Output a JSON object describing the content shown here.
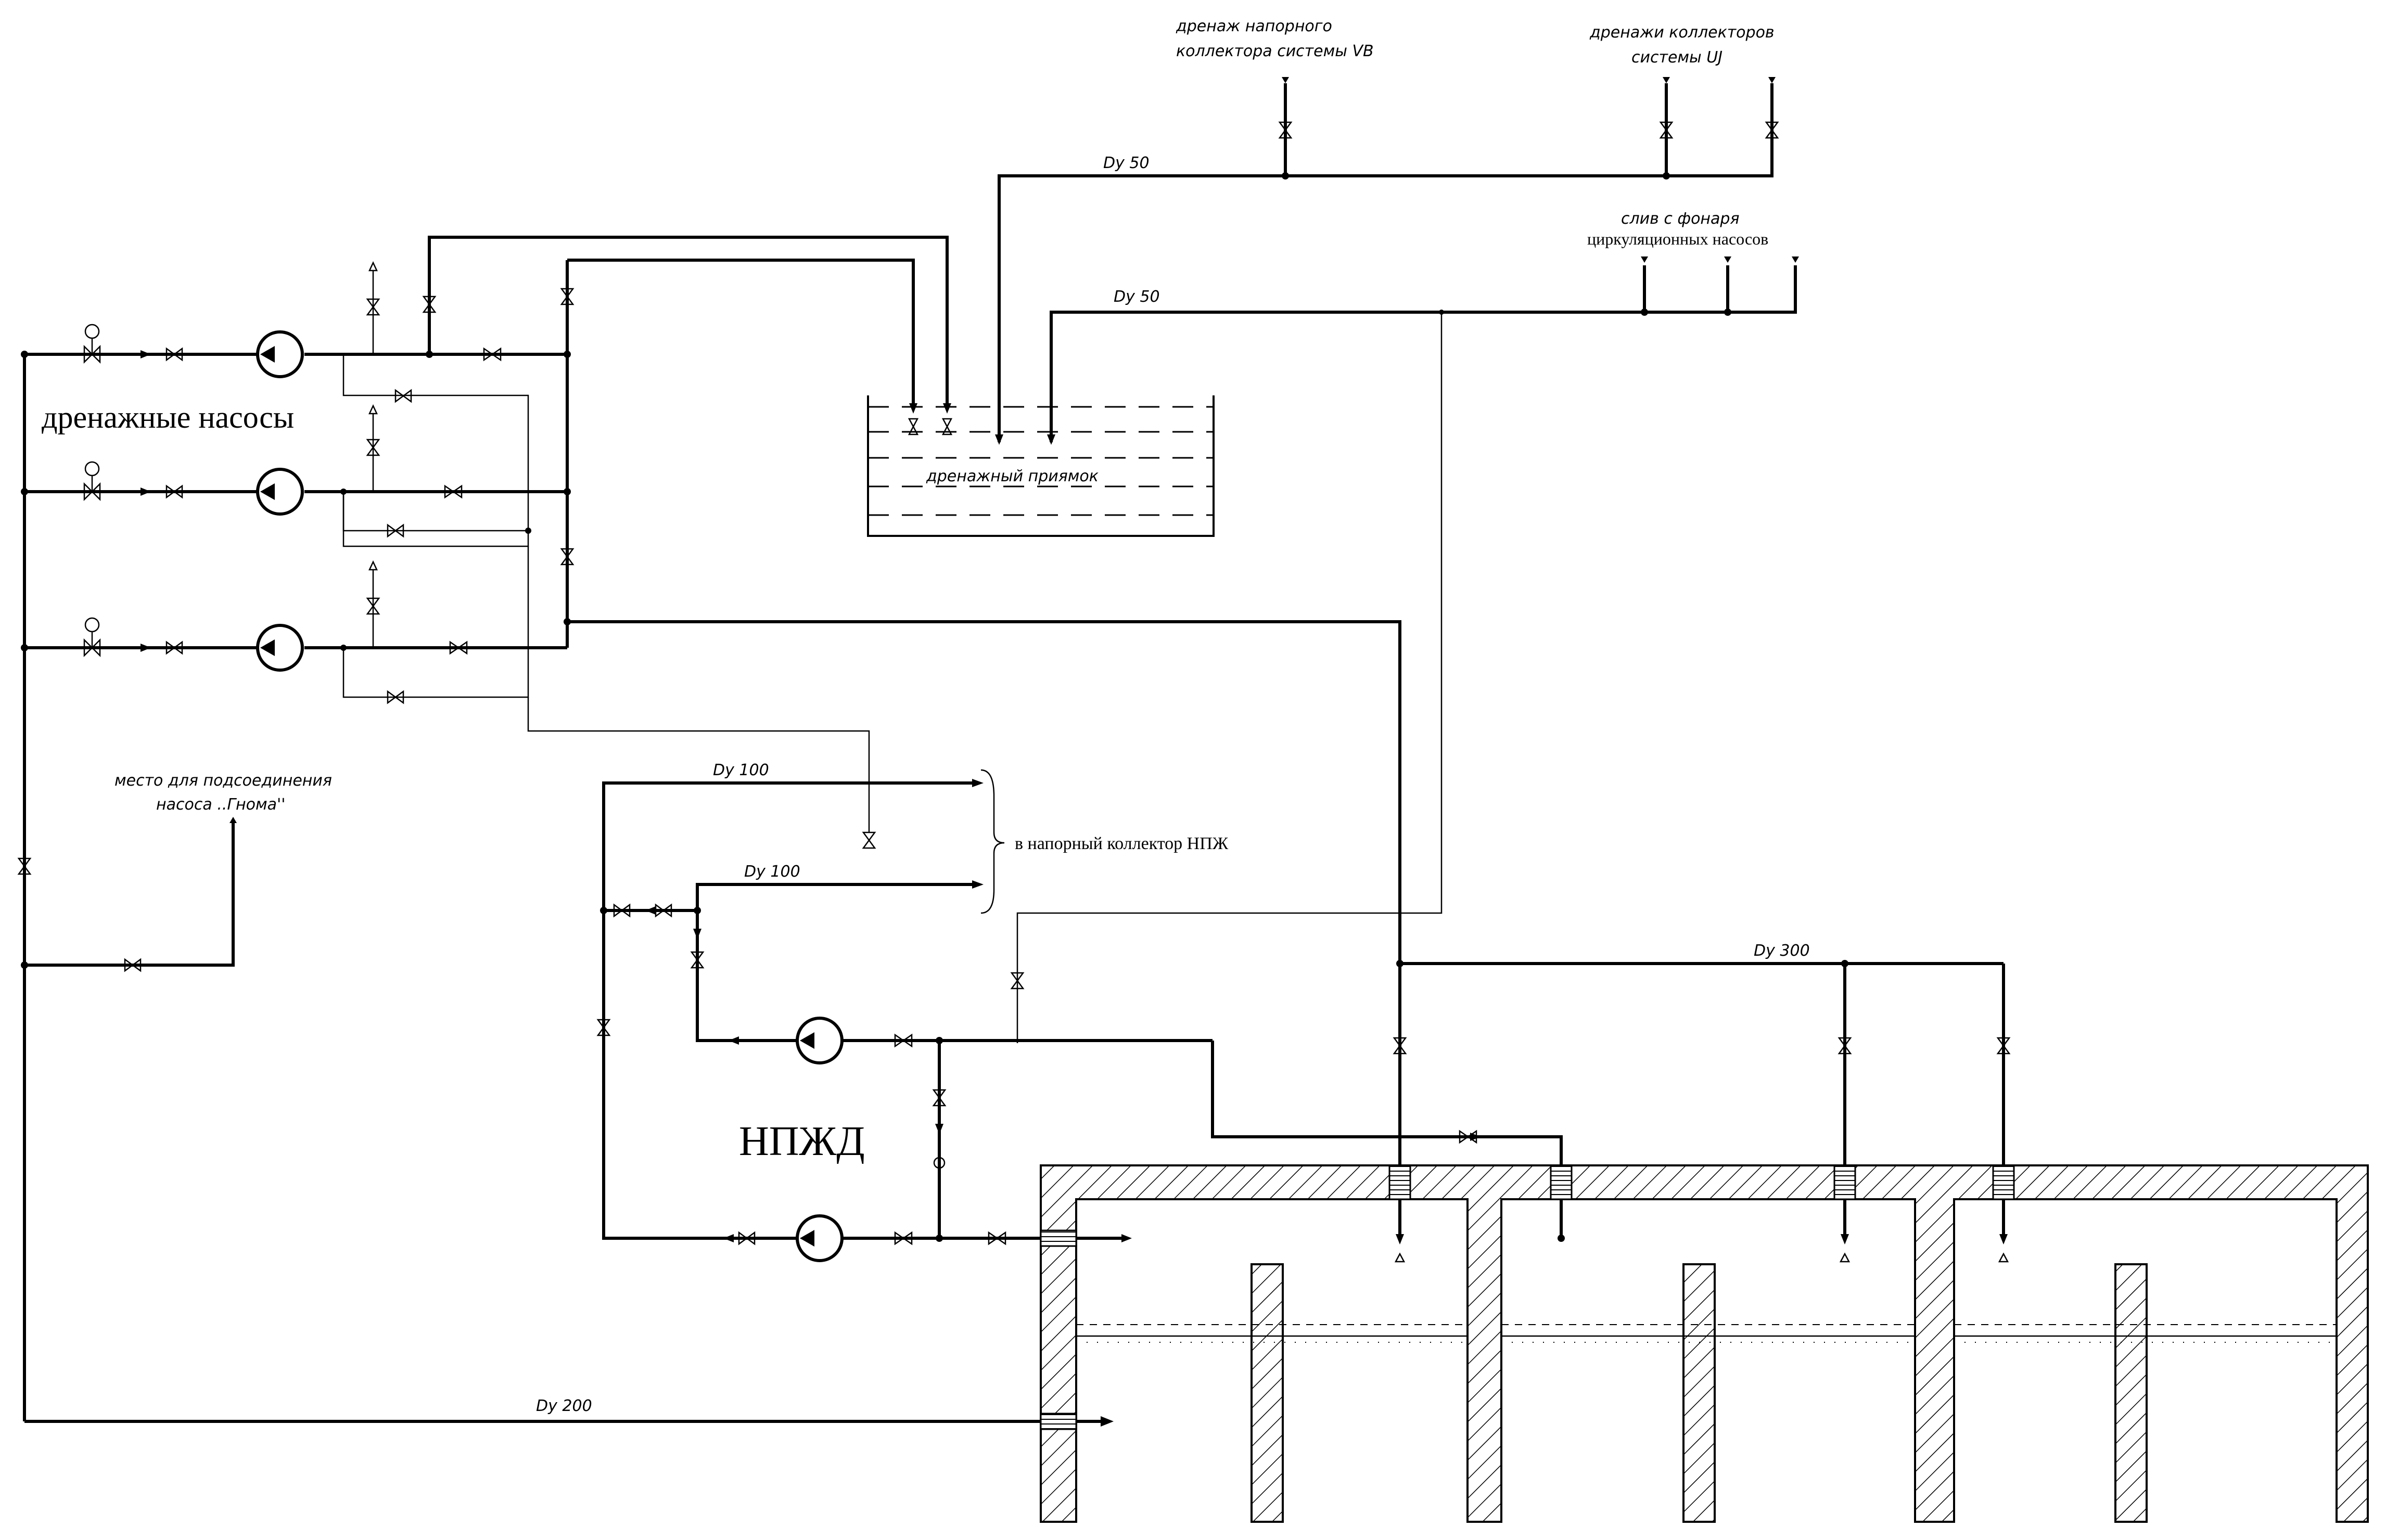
{
  "labels": {
    "drain_pumps": "дренажные насосы",
    "npzhd": "НПЖД",
    "sump": "дренажный приямок",
    "vb_drain_line1": "дренаж напорного",
    "vb_drain_line2": "коллектора системы VB",
    "uj_drain_line1": "дренажи коллекторов",
    "uj_drain_line2": "системы UJ",
    "lantern_line1": "слив с фонаря",
    "lantern_line2": "циркуляционных насосов",
    "gnom_line1": "место для подсоединения",
    "gnom_line2": "насоса ..Гнома''",
    "to_header": "в напорный коллектор НПЖ"
  },
  "diameters": {
    "top_line": "Dy 50",
    "mid_line": "Dy 50",
    "upper_branch": "Dy 100",
    "lower_branch": "Dy 100",
    "main_header": "Dy 300",
    "bottom_line": "Dy 200"
  },
  "colors": {
    "ink": "#000000",
    "paper": "#ffffff"
  }
}
